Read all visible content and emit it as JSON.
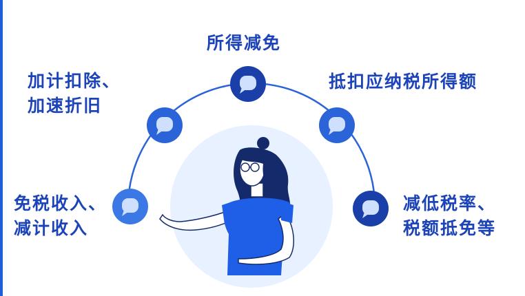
{
  "colors": {
    "accent_dark": "#1a3fa8",
    "accent": "#2b63d9",
    "accent_mid": "#3b78e6",
    "bubble": "#cfe0ff",
    "text": "#1c44b8",
    "figure_dress": "#1f5fe8",
    "figure_hair": "#152a6b",
    "figure_skin": "#ffffff",
    "halo": "#e8f1ff"
  },
  "benefits": [
    {
      "id": "top",
      "lines": [
        "所得减免"
      ],
      "icon": "chat-bubble-icon"
    },
    {
      "id": "upper-left",
      "lines": [
        "加计扣除、",
        "加速折旧"
      ],
      "icon": "chat-bubble-icon"
    },
    {
      "id": "upper-right",
      "lines": [
        "抵扣应纳税所得额"
      ],
      "icon": "chat-bubble-icon"
    },
    {
      "id": "lower-left",
      "lines": [
        "免税收入、",
        "减计收入"
      ],
      "icon": "chat-bubble-icon"
    },
    {
      "id": "lower-right",
      "lines": [
        "减低税率、",
        "税额抵免等"
      ],
      "icon": "chat-bubble-icon"
    }
  ]
}
